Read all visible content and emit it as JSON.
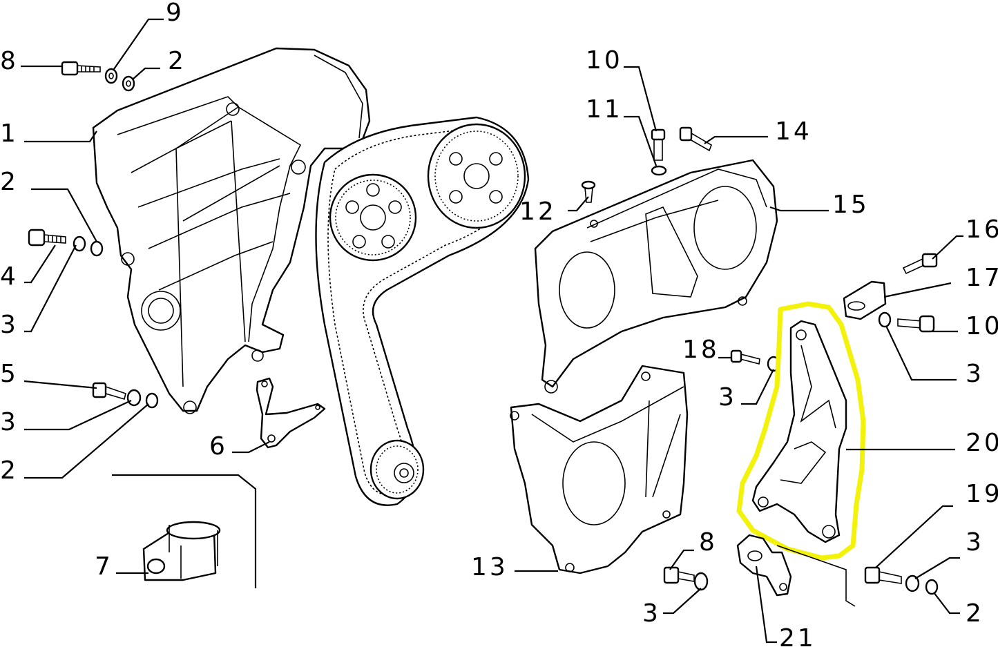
{
  "diagram": {
    "highlight_color": "#f2f20a",
    "line_color": "#000000",
    "callouts": [
      {
        "id": "c-9",
        "text": "9"
      },
      {
        "id": "c-8a",
        "text": "8"
      },
      {
        "id": "c-2a",
        "text": "2"
      },
      {
        "id": "c-1",
        "text": "1"
      },
      {
        "id": "c-2b",
        "text": "2"
      },
      {
        "id": "c-4",
        "text": "4"
      },
      {
        "id": "c-3a",
        "text": "3"
      },
      {
        "id": "c-5",
        "text": "5"
      },
      {
        "id": "c-3b",
        "text": "3"
      },
      {
        "id": "c-2c",
        "text": "2"
      },
      {
        "id": "c-6",
        "text": "6"
      },
      {
        "id": "c-7",
        "text": "7"
      },
      {
        "id": "c-10a",
        "text": "10"
      },
      {
        "id": "c-11",
        "text": "11"
      },
      {
        "id": "c-14",
        "text": "14"
      },
      {
        "id": "c-12",
        "text": "12"
      },
      {
        "id": "c-15",
        "text": "15"
      },
      {
        "id": "c-16",
        "text": "16"
      },
      {
        "id": "c-17",
        "text": "17"
      },
      {
        "id": "c-10b",
        "text": "10"
      },
      {
        "id": "c-18",
        "text": "18"
      },
      {
        "id": "c-3c",
        "text": "3"
      },
      {
        "id": "c-3d",
        "text": "3"
      },
      {
        "id": "c-20",
        "text": "20"
      },
      {
        "id": "c-19",
        "text": "19"
      },
      {
        "id": "c-13",
        "text": "13"
      },
      {
        "id": "c-8b",
        "text": "8"
      },
      {
        "id": "c-3e",
        "text": "3"
      },
      {
        "id": "c-3f",
        "text": "3"
      },
      {
        "id": "c-2d",
        "text": "2"
      },
      {
        "id": "c-21",
        "text": "21"
      }
    ]
  }
}
